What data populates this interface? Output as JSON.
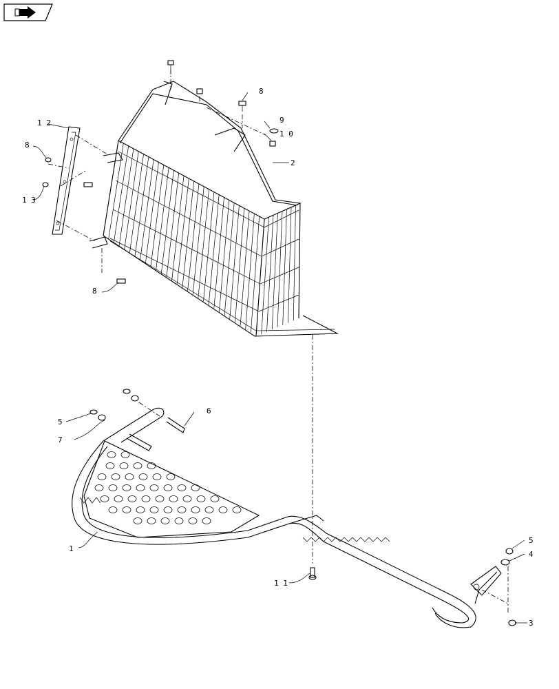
{
  "nav": {
    "icon": "arrow-right-icon"
  },
  "callouts": [
    {
      "id": "c1",
      "label": "1"
    },
    {
      "id": "c2",
      "label": "2"
    },
    {
      "id": "c3",
      "label": "3"
    },
    {
      "id": "c4",
      "label": "4"
    },
    {
      "id": "c5a",
      "label": "5"
    },
    {
      "id": "c5b",
      "label": "5"
    },
    {
      "id": "c6",
      "label": "6"
    },
    {
      "id": "c7",
      "label": "7"
    },
    {
      "id": "c8a",
      "label": "8"
    },
    {
      "id": "c8b",
      "label": "8"
    },
    {
      "id": "c8c",
      "label": "8"
    },
    {
      "id": "c9",
      "label": "9"
    },
    {
      "id": "c10",
      "label": "1 0"
    },
    {
      "id": "c11",
      "label": "1 1"
    },
    {
      "id": "c12",
      "label": "1 2"
    },
    {
      "id": "c13",
      "label": "1 3"
    }
  ]
}
